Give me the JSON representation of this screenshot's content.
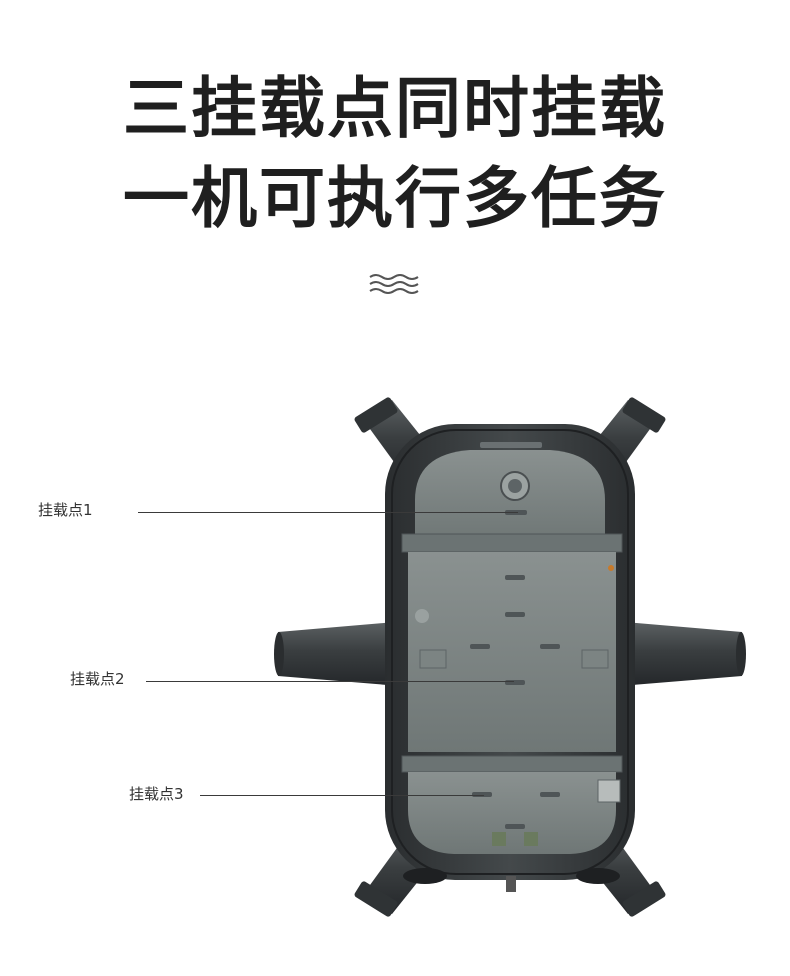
{
  "headline": {
    "line1": "三挂载点同时挂载",
    "line2": "一机可执行多任务"
  },
  "decoration": {
    "icon": "wave-lines-icon"
  },
  "image": {
    "subject": "drone-underside"
  },
  "callouts": [
    {
      "label": "挂载点1"
    },
    {
      "label": "挂载点2"
    },
    {
      "label": "挂载点3"
    }
  ]
}
